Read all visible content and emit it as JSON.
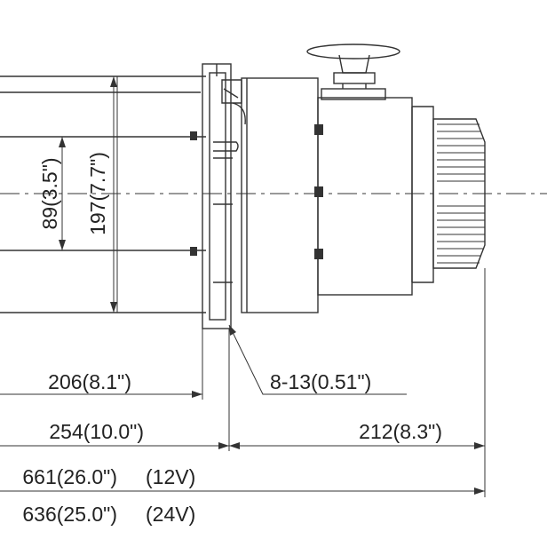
{
  "dimensions": {
    "d_89": "89(3.5\")",
    "d_197": "197(7.7\")",
    "d_206": "206(8.1\")",
    "d_8_13": "8-13(0.51\")",
    "d_254": "254(10.0\")",
    "d_212": "212(8.3\")",
    "d_661": "661(26.0\")",
    "v_12": "(12V)",
    "d_636": "636(25.0\")",
    "v_24": "(24V)"
  }
}
